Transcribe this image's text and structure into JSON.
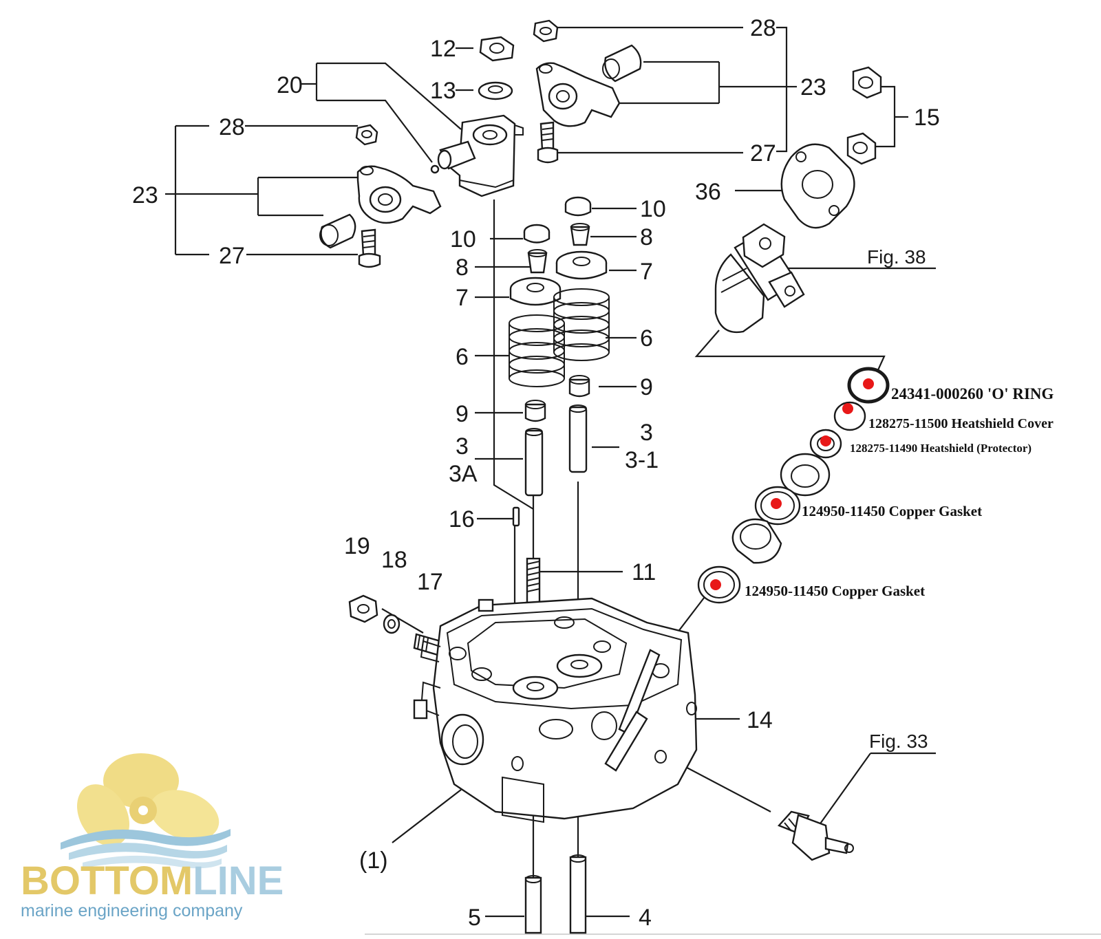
{
  "diagram": {
    "callouts": {
      "n12": "12",
      "n13": "13",
      "n20": "20",
      "n28a": "28",
      "n23a": "23",
      "n27a": "27",
      "n28b": "28",
      "n23b": "23",
      "n27b": "27",
      "n15": "15",
      "n36": "36",
      "n10a": "10",
      "n10b": "10",
      "n8a": "8",
      "n8b": "8",
      "n7a": "7",
      "n7b": "7",
      "n6a": "6",
      "n6b": "6",
      "n9a": "9",
      "n9b": "9",
      "n3a": "3",
      "n3A": "3A",
      "n3b": "3",
      "n31": "3-1",
      "n16": "16",
      "n11": "11",
      "n19": "19",
      "n18": "18",
      "n17": "17",
      "n14": "14",
      "n1": "(1)",
      "n5": "5",
      "n4": "4"
    },
    "figure_refs": {
      "fig38": "Fig. 38",
      "fig33": "Fig. 33"
    },
    "highlighted_parts": [
      {
        "label": "24341-000260 'O' RING"
      },
      {
        "label": "128275-11500 Heatshield Cover"
      },
      {
        "label": "128275-11490 Heatshield (Protector)"
      },
      {
        "label": "124950-11450 Copper Gasket"
      },
      {
        "label": "124950-11450 Copper Gasket"
      }
    ],
    "highlight_color": "#e81818"
  },
  "logo": {
    "name_a": "BOTTOM",
    "name_b": "LINE",
    "tagline": "marine engineering company"
  }
}
